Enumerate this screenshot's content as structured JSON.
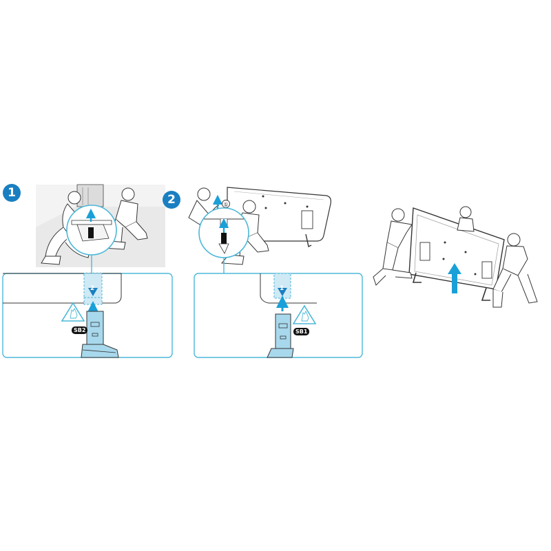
{
  "steps": [
    {
      "number": "1",
      "part_label": "SB2",
      "arrow_number": "2"
    },
    {
      "number": "2",
      "part_label": "SB1",
      "arrow_number": "1",
      "marker": "①"
    }
  ],
  "colors": {
    "accent": "#1a7fc1",
    "callout_border": "#4bb8d8",
    "stand_fill": "#a8d8ec",
    "arrow": "#1aa0d8",
    "line": "#333333",
    "floor_shade": "#e6e6e6"
  },
  "icons": [
    "caution-hand-icon",
    "caution-hand-icon",
    "lift-arrow-icon"
  ]
}
